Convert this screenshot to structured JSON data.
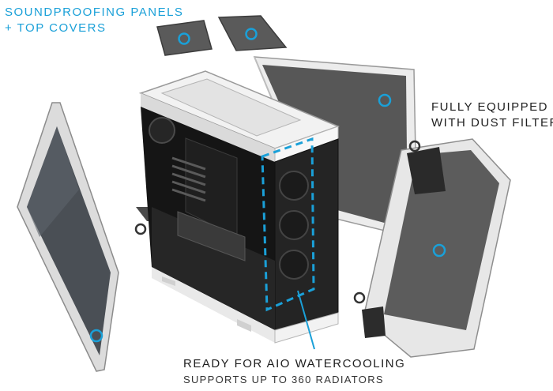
{
  "labels": {
    "soundproofing_line1": "SOUNDPROOFING PANELS",
    "soundproofing_line2": "+ TOP COVERS",
    "dust_line1": "FULLY EQUIPPED",
    "dust_line2": "WITH DUST FILTERS",
    "aio_line1": "READY FOR AIO WATERCOOLING",
    "aio_line2": "SUPPORTS UP TO 360 RADIATORS"
  },
  "colors": {
    "accent": "#1aa0d8",
    "case_white": "#f2f2f2",
    "case_black": "#1c1c1c",
    "panel_gray": "#555555",
    "marker_dark": "#333333"
  }
}
